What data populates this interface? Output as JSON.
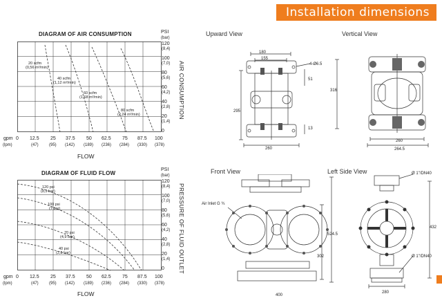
{
  "header": {
    "title": "Installation dimensions",
    "accent": "#ef7d1e"
  },
  "air": {
    "title": "DIAGRAM OF AIR CONSUMPTION",
    "psi_label": "PSI",
    "bar_label": "(bar)",
    "y_axis_label": "AIR CONSUMPTION",
    "x_axis_label": "FLOW",
    "gpm_label": "gpm",
    "lpm_label": "(lpm)",
    "y_ticks": [
      "120",
      "100",
      "80",
      "60",
      "40",
      "20",
      "0"
    ],
    "y_ticks_bar": [
      "(8,4)",
      "(7,0)",
      "(5,6)",
      "(4,2)",
      "(2,8)",
      "(1,4)",
      ""
    ],
    "x_ticks": [
      "0",
      "12.5",
      "25",
      "37.5",
      "50",
      "62.5",
      "75",
      "87.5",
      "100"
    ],
    "x_ticks_lpm": [
      "",
      "(47)",
      "(95)",
      "(142)",
      "(189)",
      "(236)",
      "(284)",
      "(330)",
      "(378)"
    ],
    "curve_labels": [
      {
        "line1": "20 scfm",
        "line2": "(0,56 m³/min)"
      },
      {
        "line1": "40 scfm",
        "line2": "(1,12 m³/min)"
      },
      {
        "line1": "60 scfm",
        "line2": "(1,68 m³/min)"
      },
      {
        "line1": "80 scfm",
        "line2": "(2,24 m³/min)"
      }
    ]
  },
  "fluid": {
    "title": "DIAGRAM OF FLUID FLOW",
    "psi_label": "PSI",
    "bar_label": "(bar)",
    "y_axis_label": "PRESSURE OF FLUID OUTLET",
    "x_axis_label": "FLOW",
    "gpm_label": "gpm",
    "lpm_label": "(lpm)",
    "y_ticks": [
      "120",
      "100",
      "80",
      "60",
      "40",
      "20",
      "0"
    ],
    "y_ticks_bar": [
      "(8,4)",
      "(7,0)",
      "(5,6)",
      "(4,2)",
      "(2,8)",
      "(1,4)",
      ""
    ],
    "x_ticks": [
      "0",
      "12.5",
      "25",
      "37.5",
      "50",
      "62.5",
      "75",
      "87.5",
      "100"
    ],
    "x_ticks_lpm": [
      "",
      "(47)",
      "(95)",
      "(142)",
      "(189)",
      "(236)",
      "(284)",
      "(330)",
      "(378)"
    ],
    "curve_labels": [
      {
        "line1": "120 psi",
        "line2": "(8,3 bar)"
      },
      {
        "line1": "100 psi",
        "line2": "(7 bar)"
      },
      {
        "line1": "70 psi",
        "line2": "(4,9 bar)"
      },
      {
        "line1": "40 psi",
        "line2": "(2,8 bar)"
      }
    ]
  },
  "views": {
    "upward": {
      "title": "Upward View",
      "dims": {
        "d180": "180",
        "d155": "155",
        "d4_6": "4-Ø6.5",
        "d51": "51",
        "d295": "295",
        "d260": "260",
        "d13": "13"
      }
    },
    "vertical": {
      "title": "Vertical View",
      "dims": {
        "d316": "316",
        "d260": "260",
        "d264": "264.5"
      }
    },
    "front": {
      "title": "Front View",
      "dims": {
        "air_inlet": "Air Inlet G ¾",
        "d524": "524.5",
        "d302": "302",
        "d400": "400"
      }
    },
    "left": {
      "title": "Left Side View",
      "dims": {
        "top_flange": "Ø 1\"/DN40",
        "bottom_flange": "Ø 1\"/DN40",
        "d432": "432",
        "d280": "280"
      }
    }
  }
}
